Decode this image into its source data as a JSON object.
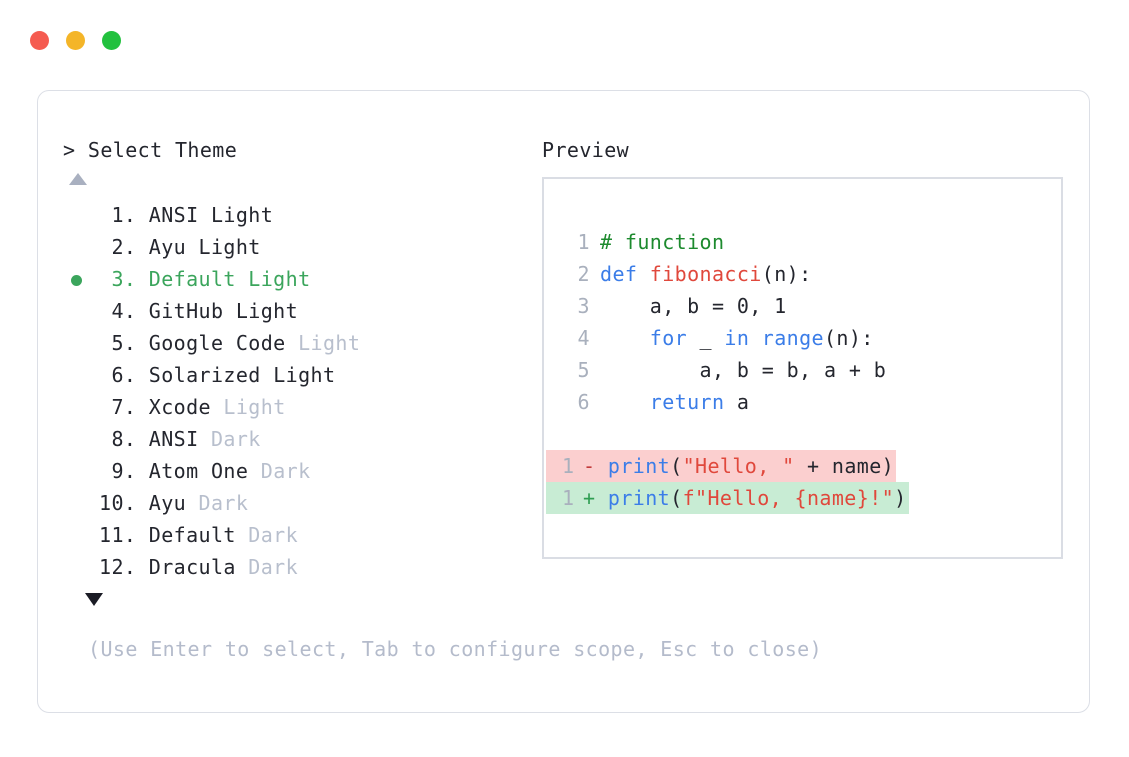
{
  "window": {
    "traffic_lights": [
      {
        "name": "close",
        "color": "#f55b50"
      },
      {
        "name": "minimize",
        "color": "#f4b528"
      },
      {
        "name": "maximize",
        "color": "#22c13e"
      }
    ]
  },
  "left": {
    "prompt": "> Select Theme",
    "scroll_up_icon": "triangle-up-icon",
    "scroll_down_icon": "triangle-down-icon",
    "items": [
      {
        "index": " 1.",
        "name": "ANSI",
        "variant": "Light",
        "variant_muted": false,
        "selected": false
      },
      {
        "index": " 2.",
        "name": "Ayu",
        "variant": "Light",
        "variant_muted": false,
        "selected": false
      },
      {
        "index": " 3.",
        "name": "Default",
        "variant": "Light",
        "variant_muted": false,
        "selected": true
      },
      {
        "index": " 4.",
        "name": "GitHub",
        "variant": "Light",
        "variant_muted": false,
        "selected": false
      },
      {
        "index": " 5.",
        "name": "Google Code",
        "variant": "Light",
        "variant_muted": true,
        "selected": false
      },
      {
        "index": " 6.",
        "name": "Solarized",
        "variant": "Light",
        "variant_muted": false,
        "selected": false
      },
      {
        "index": " 7.",
        "name": "Xcode",
        "variant": "Light",
        "variant_muted": true,
        "selected": false
      },
      {
        "index": " 8.",
        "name": "ANSI",
        "variant": "Dark",
        "variant_muted": true,
        "selected": false
      },
      {
        "index": " 9.",
        "name": "Atom One",
        "variant": "Dark",
        "variant_muted": true,
        "selected": false
      },
      {
        "index": "10.",
        "name": "Ayu",
        "variant": "Dark",
        "variant_muted": true,
        "selected": false
      },
      {
        "index": "11.",
        "name": "Default",
        "variant": "Dark",
        "variant_muted": true,
        "selected": false
      },
      {
        "index": "12.",
        "name": "Dracula",
        "variant": "Dark",
        "variant_muted": true,
        "selected": false
      }
    ]
  },
  "right": {
    "label": "Preview",
    "code_lines": [
      {
        "n": "1",
        "tokens": [
          {
            "t": "# function",
            "c": "comment"
          }
        ]
      },
      {
        "n": "2",
        "tokens": [
          {
            "t": "def ",
            "c": "keyword"
          },
          {
            "t": "fibonacci",
            "c": "func"
          },
          {
            "t": "(n):",
            "c": "punct"
          }
        ]
      },
      {
        "n": "3",
        "tokens": [
          {
            "t": "    a, b = 0, 1",
            "c": "plain"
          }
        ]
      },
      {
        "n": "4",
        "tokens": [
          {
            "t": "    ",
            "c": "plain"
          },
          {
            "t": "for",
            "c": "keyword"
          },
          {
            "t": " _ ",
            "c": "plain"
          },
          {
            "t": "in",
            "c": "keyword"
          },
          {
            "t": " ",
            "c": "plain"
          },
          {
            "t": "range",
            "c": "keyword"
          },
          {
            "t": "(n):",
            "c": "punct"
          }
        ]
      },
      {
        "n": "5",
        "tokens": [
          {
            "t": "        a, b = b, a + b",
            "c": "plain"
          }
        ]
      },
      {
        "n": "6",
        "tokens": [
          {
            "t": "    ",
            "c": "plain"
          },
          {
            "t": "return",
            "c": "keyword"
          },
          {
            "t": " a",
            "c": "plain"
          }
        ]
      }
    ],
    "diff_lines": [
      {
        "n": "1",
        "marker": "-",
        "kind": "minus",
        "tokens": [
          {
            "t": "print",
            "c": "keyword"
          },
          {
            "t": "(",
            "c": "punct"
          },
          {
            "t": "\"Hello, \"",
            "c": "string"
          },
          {
            "t": " + name)",
            "c": "plain"
          }
        ]
      },
      {
        "n": "1",
        "marker": "+",
        "kind": "plus",
        "tokens": [
          {
            "t": "print",
            "c": "keyword"
          },
          {
            "t": "(",
            "c": "punct"
          },
          {
            "t": "f\"Hello, {name}!\"",
            "c": "string"
          },
          {
            "t": ")",
            "c": "punct"
          }
        ]
      }
    ]
  },
  "footer": {
    "hint": "(Use Enter to select, Tab to configure scope, Esc to close)"
  }
}
